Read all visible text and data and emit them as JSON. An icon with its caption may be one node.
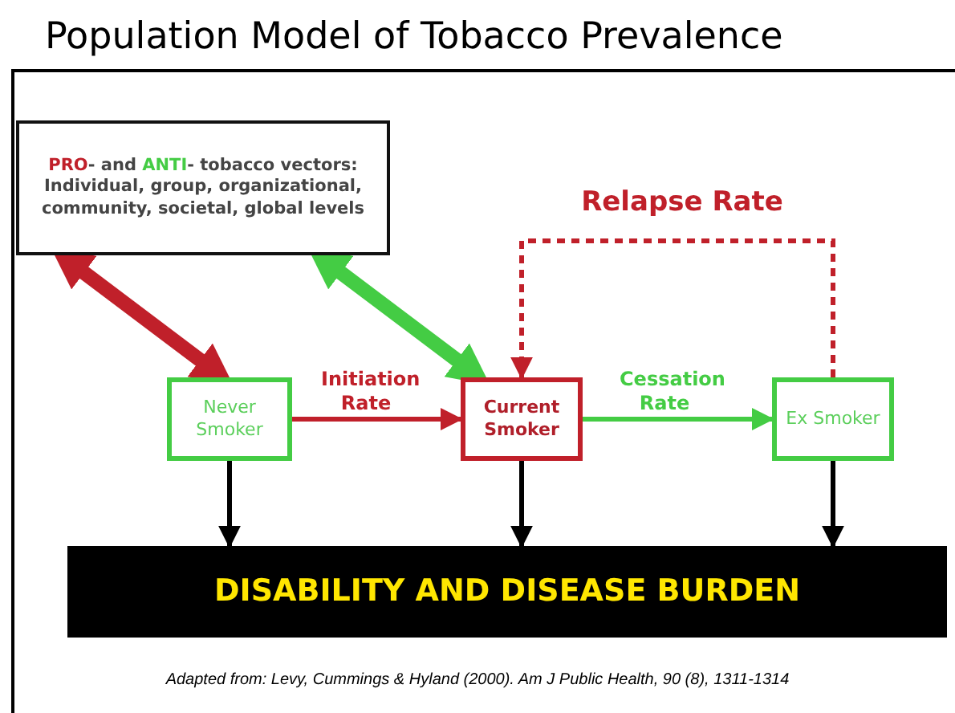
{
  "diagram": {
    "title": "Population Model of Tobacco Prevalence",
    "caption": "Adapted from: Levy, Cummings & Hyland (2000). Am J Public Health, 90 (8), 1311-1314",
    "nodes": [
      {
        "text": [
          "**PRO**- and **ANTI**- tobacco vectors: Individual, group, organizational, community, societal, global levels"
        ]
      },
      {
        "text": [
          "Never Smoker"
        ]
      },
      {
        "text": [
          "Current Smoker"
        ]
      },
      {
        "text": [
          "Ex Smoker"
        ]
      },
      {
        "text": [
          "DISABILITY AND DISEASE BURDEN"
        ]
      }
    ],
    "edges": [
      {
        "from": 0,
        "to": 1,
        "arrow": "both",
        "style": "thick",
        "color": "#c0202a"
      },
      {
        "from": 0,
        "to": 2,
        "arrow": "both",
        "style": "thick",
        "color": "#44cc44"
      },
      {
        "from": 1,
        "to": 2,
        "arrow": "to",
        "label": "Initiation Rate",
        "color": "#c0202a"
      },
      {
        "from": 2,
        "to": 3,
        "arrow": "to",
        "label": "Cessation Rate",
        "color": "#44cc44"
      },
      {
        "from": 3,
        "to": 2,
        "arrow": "to",
        "label": "Relapse Rate",
        "style": "dashed",
        "color": "#c0202a"
      },
      {
        "from": 1,
        "to": 4,
        "arrow": "to",
        "color": "#000000"
      },
      {
        "from": 2,
        "to": 4,
        "arrow": "to",
        "color": "#000000"
      },
      {
        "from": 3,
        "to": 4,
        "arrow": "to",
        "color": "#000000"
      }
    ]
  }
}
